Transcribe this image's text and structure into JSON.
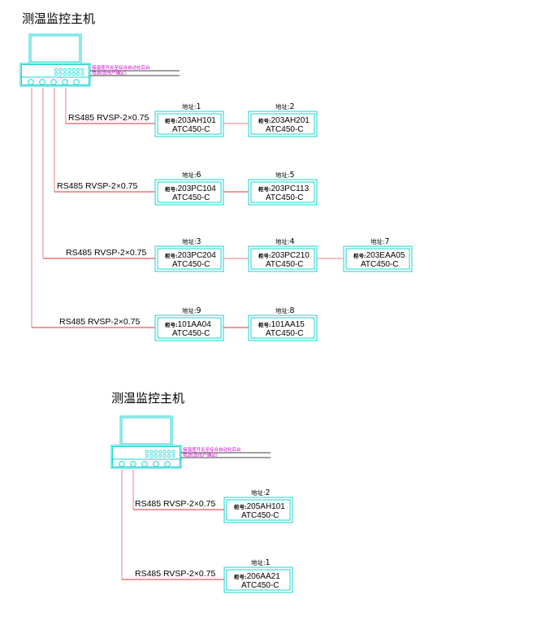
{
  "colors": {
    "cyan": "#19d3d3",
    "red": "#e83030",
    "pink": "#f08080",
    "magenta": "#d000d0",
    "black": "#000000"
  },
  "tag_prefix": "柜号",
  "addr_prefix": "地址",
  "systems": [
    {
      "title": "测温监控主机",
      "host_notes": [
        "接温度开关至综合自动化后台",
        "电源(由用户确定)"
      ],
      "rows": [
        {
          "cable": "RS485  RVSP-2×0.75",
          "units": [
            {
              "address": "1",
              "cabinet": "203AH101",
              "model": "ATC450-C"
            },
            {
              "address": "2",
              "cabinet": "203AH201",
              "model": "ATC450-C"
            }
          ]
        },
        {
          "cable": "RS485  RVSP-2×0.75",
          "units": [
            {
              "address": "6",
              "cabinet": "203PC104",
              "model": "ATC450-C"
            },
            {
              "address": "5",
              "cabinet": "203PC113",
              "model": "ATC450-C"
            }
          ]
        },
        {
          "cable": "RS485  RVSP-2×0.75",
          "units": [
            {
              "address": "3",
              "cabinet": "203PC204",
              "model": "ATC450-C"
            },
            {
              "address": "4",
              "cabinet": "203PC210",
              "model": "ATC450-C"
            },
            {
              "address": "7",
              "cabinet": "203EAA05",
              "model": "ATC450-C"
            }
          ]
        },
        {
          "cable": "RS485  RVSP-2×0.75",
          "units": [
            {
              "address": "9",
              "cabinet": "101AA04",
              "model": "ATC450-C"
            },
            {
              "address": "8",
              "cabinet": "101AA15",
              "model": "ATC450-C"
            }
          ]
        }
      ]
    },
    {
      "title": "测温监控主机",
      "host_notes": [
        "接温度开关至综合自动化后台",
        "电源(由用户确定)"
      ],
      "rows": [
        {
          "cable": "RS485  RVSP-2×0.75",
          "units": [
            {
              "address": "2",
              "cabinet": "205AH101",
              "model": "ATC450-C"
            }
          ]
        },
        {
          "cable": "RS485  RVSP-2×0.75",
          "units": [
            {
              "address": "1",
              "cabinet": "206AA21",
              "model": "ATC450-C"
            }
          ]
        }
      ]
    }
  ]
}
